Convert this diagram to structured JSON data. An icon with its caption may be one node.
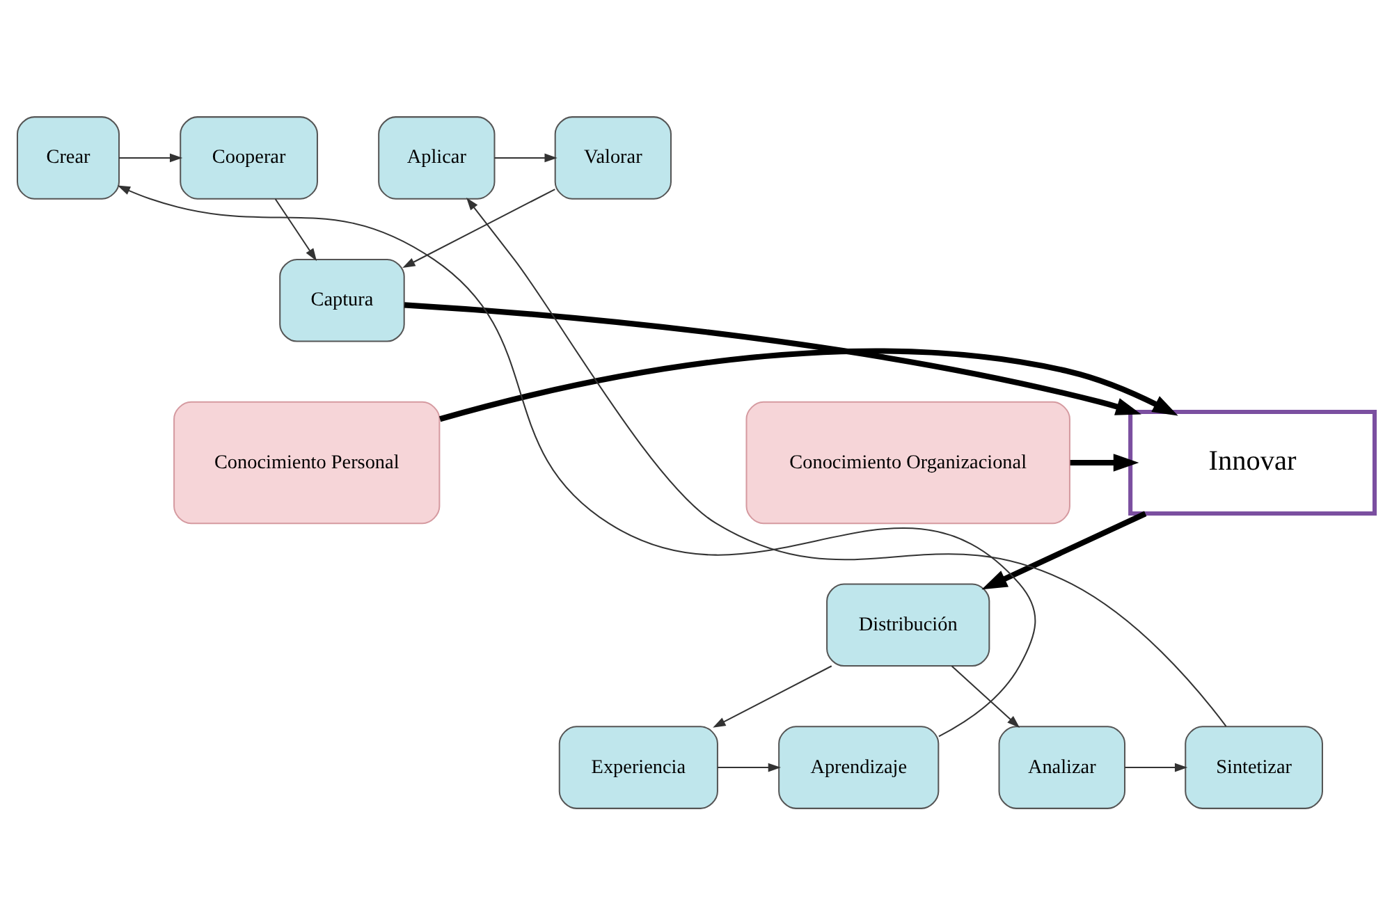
{
  "diagram": {
    "nodes": [
      {
        "text": [
          "Crear"
        ]
      },
      {
        "text": [
          "Cooperar"
        ]
      },
      {
        "text": [
          "Valorar"
        ]
      },
      {
        "text": [
          "Aplicar"
        ]
      },
      {
        "text": [
          "Captura"
        ]
      },
      {
        "text": [
          "Conocimiento Personal"
        ]
      },
      {
        "text": [
          "Innovar"
        ]
      },
      {
        "text": [
          "Conocimiento Organizacional"
        ]
      },
      {
        "text": [
          "Distribución"
        ]
      },
      {
        "text": [
          "Aprendizaje"
        ]
      },
      {
        "text": [
          "Experiencia"
        ]
      },
      {
        "text": [
          "Analizar"
        ]
      },
      {
        "text": [
          "Sintetizar"
        ]
      }
    ],
    "edges": [
      {
        "from": 0,
        "to": 1,
        "arrow": "to"
      },
      {
        "from": 1,
        "to": 4,
        "arrow": "to"
      },
      {
        "from": 3,
        "to": 2,
        "arrow": "to"
      },
      {
        "from": 2,
        "to": 4,
        "arrow": "to"
      },
      {
        "from": 4,
        "to": 6,
        "arrow": "to",
        "style": "thick"
      },
      {
        "from": 5,
        "to": 6,
        "arrow": "to",
        "style": "thick"
      },
      {
        "from": 7,
        "to": 6,
        "arrow": "to",
        "style": "thick"
      },
      {
        "from": 6,
        "to": 8,
        "arrow": "to",
        "style": "thick"
      },
      {
        "from": 8,
        "to": 10,
        "arrow": "to"
      },
      {
        "from": 10,
        "to": 9,
        "arrow": "to"
      },
      {
        "from": 9,
        "to": 0,
        "arrow": "to"
      },
      {
        "from": 8,
        "to": 11,
        "arrow": "to"
      },
      {
        "from": 11,
        "to": 12,
        "arrow": "to"
      },
      {
        "from": 12,
        "to": 3,
        "arrow": "to"
      }
    ]
  }
}
